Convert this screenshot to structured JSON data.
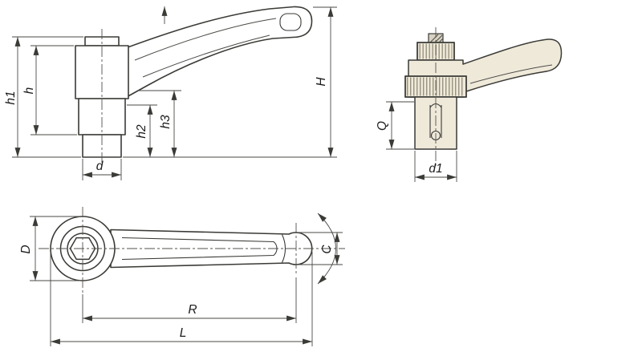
{
  "drawing": {
    "colors": {
      "outline": "#3a3a36",
      "dimension_lines": "#4a4a46",
      "cream_fill": "#efe9da",
      "knurl_gray": "#98927f",
      "label_text": "#1c1c1c",
      "background": "#ffffff"
    },
    "labels": {
      "h1": "h1",
      "h": "h",
      "h2": "h2",
      "h3": "h3",
      "d": "d",
      "H": "H",
      "Q": "Q",
      "d1": "d1",
      "D": "D",
      "C": "C",
      "R": "R",
      "L": "L"
    }
  }
}
